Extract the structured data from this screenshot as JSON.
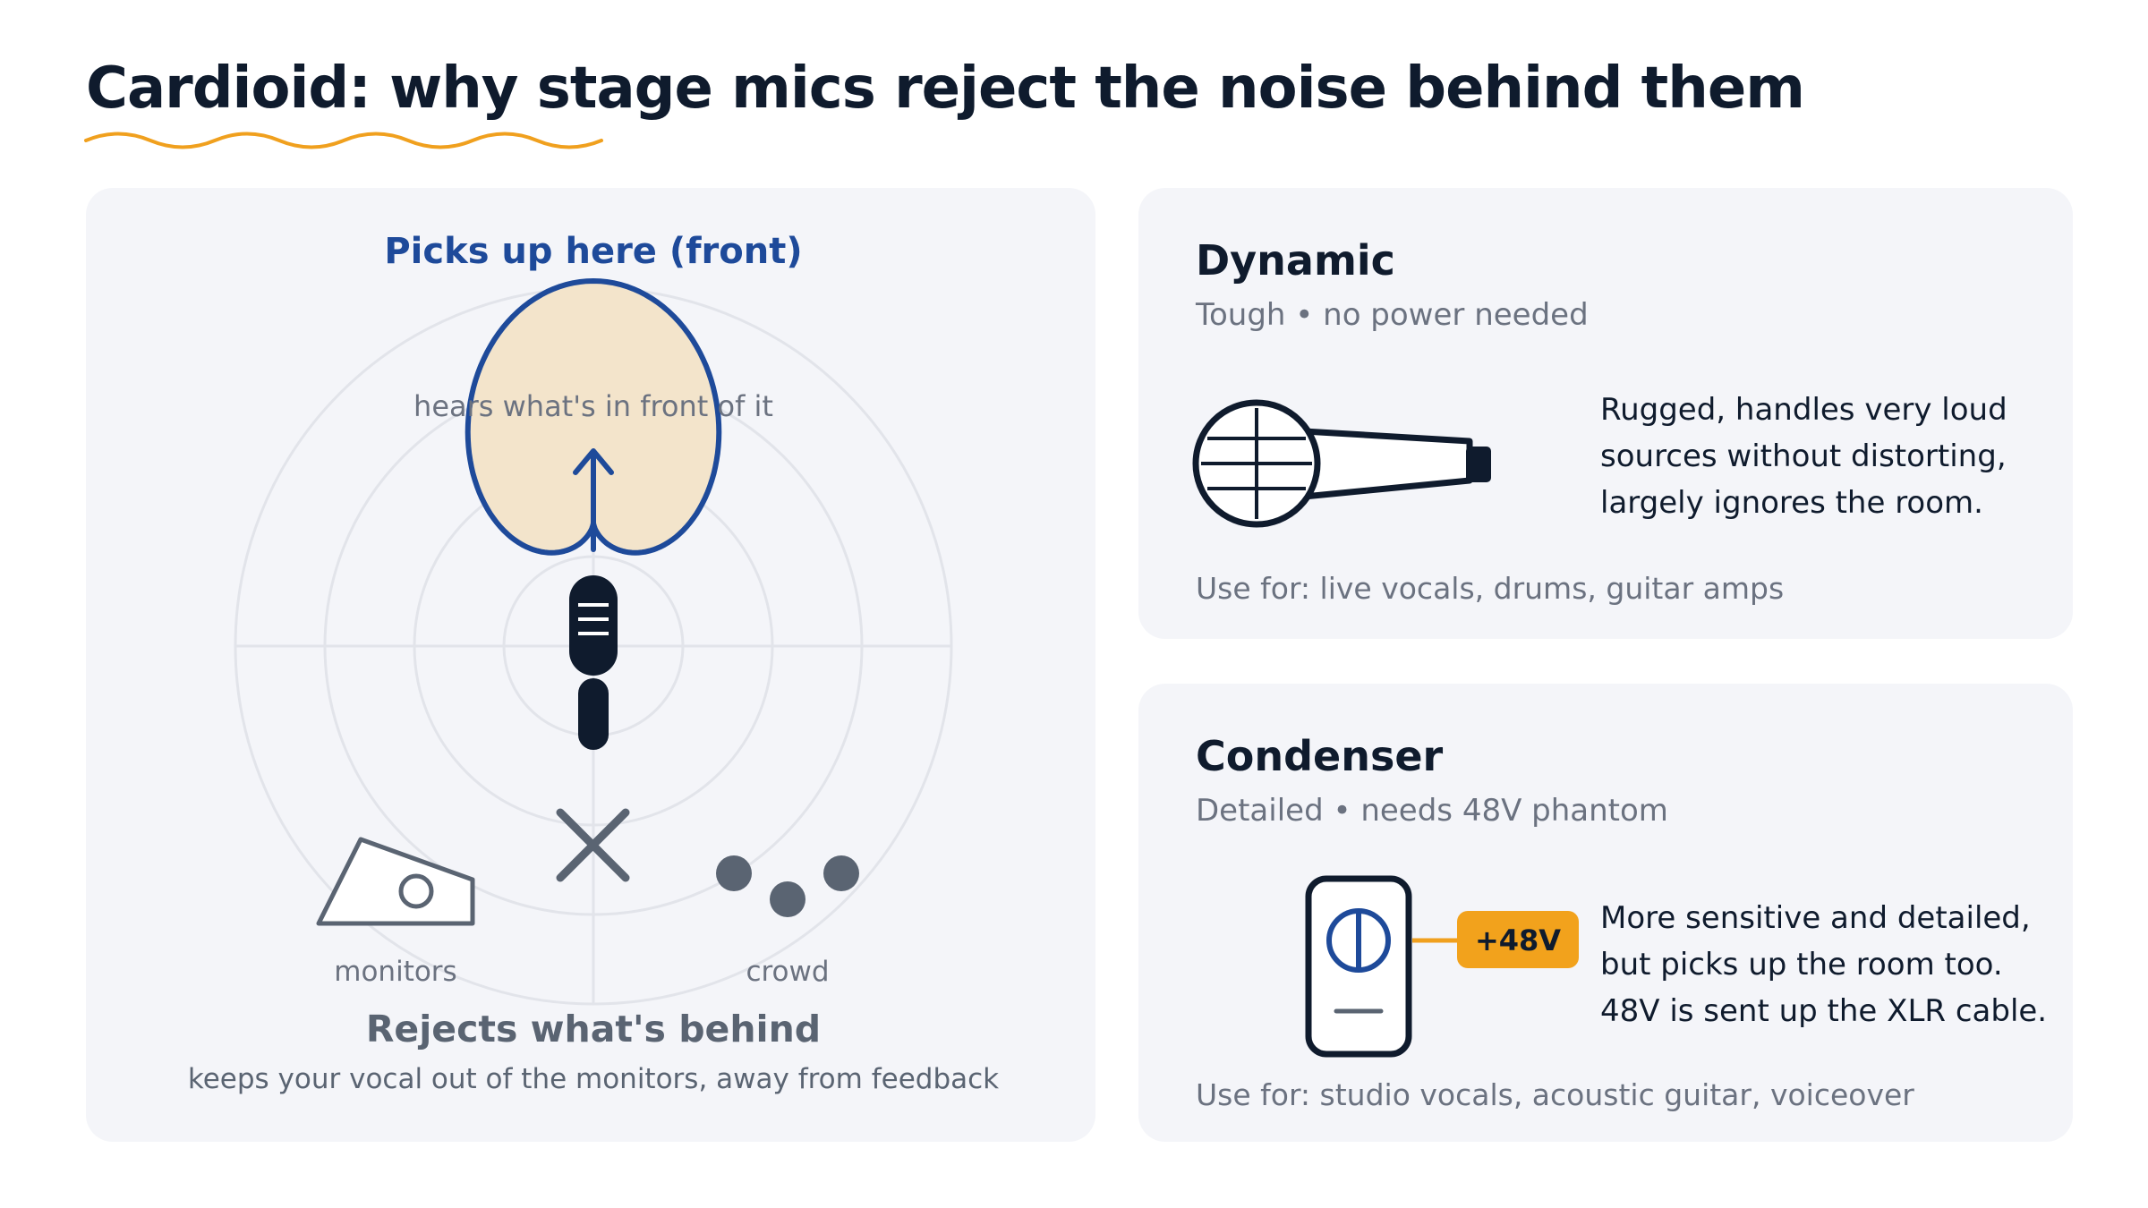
{
  "title": "Cardioid: why stage mics reject the noise behind them",
  "colors": {
    "accent_orange": "#f0a01e",
    "cardioid_blue": "#1e4a9a",
    "cardioid_fill": "#f3e4cb",
    "ink": "#0f1b2d",
    "muted": "#6b7280",
    "panel_bg": "#f4f5f9",
    "grid": "#e2e4ea",
    "badge_bg": "#f2a21c"
  },
  "polar": {
    "front_label": "Picks up here (front)",
    "front_note": "hears what's in front of it",
    "monitors_label": "monitors",
    "crowd_label": "crowd",
    "rejects_title": "Rejects what's behind",
    "rejects_sub": "keeps your vocal out of the monitors, away from feedback",
    "icons": [
      "microphone-icon",
      "arrow-up-icon",
      "monitor-wedge-icon",
      "reject-x-icon",
      "crowd-dots-icon"
    ]
  },
  "dynamic": {
    "title": "Dynamic",
    "subtitle": "Tough • no power needed",
    "desc_lines": [
      "Rugged, handles very loud",
      "sources without distorting,",
      "largely ignores the room."
    ],
    "use_for": "Use for: live vocals, drums, guitar amps",
    "icon": "dynamic-mic-icon"
  },
  "condenser": {
    "title": "Condenser",
    "subtitle": "Detailed • needs 48V phantom",
    "badge": "+48V",
    "desc_lines": [
      "More sensitive and detailed,",
      "but picks up the room too.",
      "48V is sent up the XLR cable."
    ],
    "use_for": "Use for: studio vocals, acoustic guitar, voiceover",
    "icon": "condenser-mic-icon"
  }
}
